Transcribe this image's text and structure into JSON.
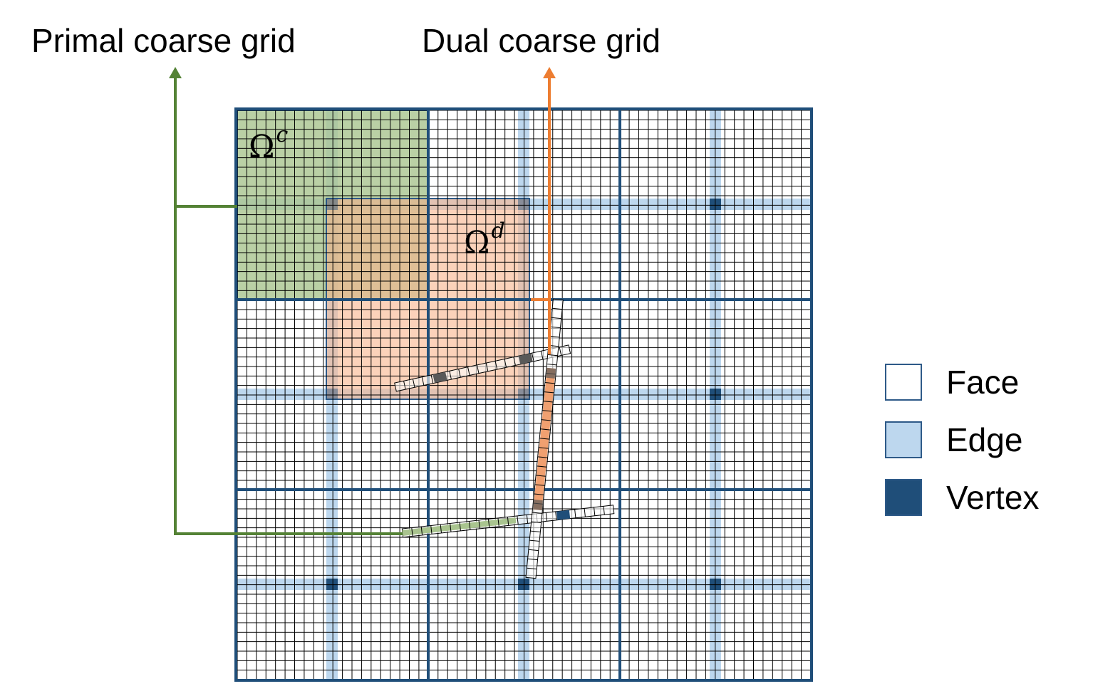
{
  "labels": {
    "primal": "Primal coarse grid",
    "dual": "Dual coarse grid",
    "omega_c_base": "Ω",
    "omega_c_sup": "c",
    "omega_d_base": "Ω",
    "omega_d_sup": "d"
  },
  "legend": [
    {
      "label": "Face",
      "color": "#ffffff"
    },
    {
      "label": "Edge",
      "color": "#bdd7ee"
    },
    {
      "label": "Vertex",
      "color": "#1f4e79"
    }
  ],
  "colors": {
    "fine_grid": "#000000",
    "coarse_grid": "#1f4e79",
    "edge_band": "#bdd7ee",
    "vertex": "#1f4e79",
    "primal_block": "#a9c48f",
    "dual_block": "#f8b48c",
    "primal_arrow": "#548235",
    "dual_arrow": "#ed7d31"
  }
}
